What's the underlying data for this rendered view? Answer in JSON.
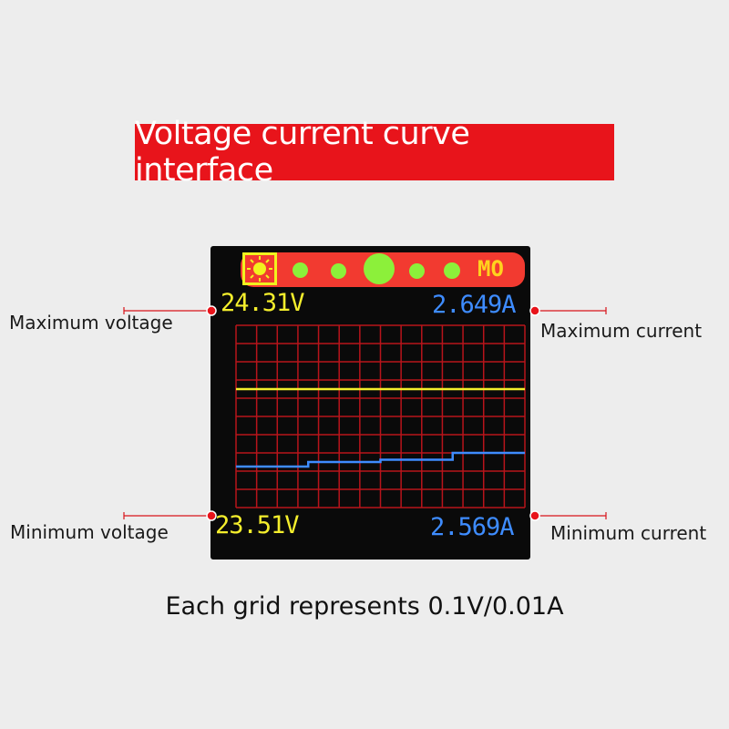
{
  "banner": {
    "title": "Voltage current curve interface"
  },
  "display": {
    "mode": "MO",
    "max_voltage": "24.31V",
    "max_current": "2.649A",
    "min_voltage": "23.51V",
    "min_current": "2.569A",
    "status_dots": 5,
    "colors": {
      "bezel": "#0a0a0a",
      "bar": "#f23a30",
      "dots": "#8cf03a",
      "grid": "#b8141b",
      "voltage_trace": "#f4ee2c",
      "current_trace": "#3e8cff"
    }
  },
  "annotations": {
    "max_voltage": "Maximum voltage",
    "max_current": "Maximum current",
    "min_voltage": "Minimum voltage",
    "min_current": "Minimum current"
  },
  "caption": "Each grid represents 0.1V/0.01A",
  "chart_data": {
    "type": "line",
    "series": [
      {
        "name": "Voltage",
        "unit": "V",
        "values": [
          24.03,
          24.03,
          24.03,
          24.03
        ]
      },
      {
        "name": "Current",
        "unit": "A",
        "values": [
          2.587,
          2.589,
          2.59,
          2.593
        ]
      }
    ],
    "ylim_voltage": [
      23.51,
      24.31
    ],
    "ylim_current": [
      2.569,
      2.649
    ],
    "grid": true
  }
}
